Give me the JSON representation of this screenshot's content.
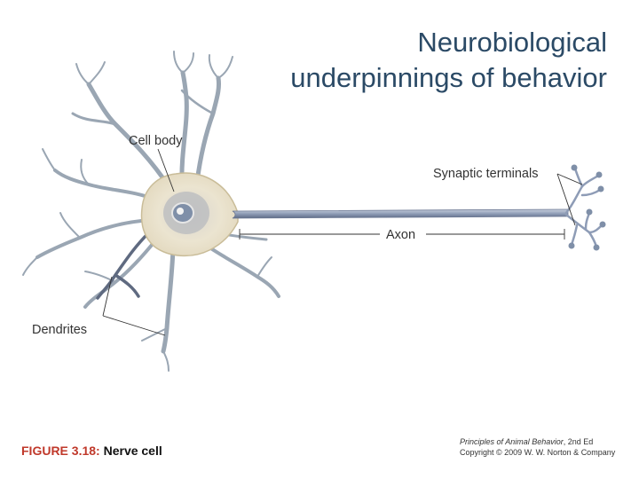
{
  "slide": {
    "title_line1": "Neurobiological",
    "title_line2": "underpinnings of behavior"
  },
  "diagram": {
    "labels": {
      "cell_body": "Cell body",
      "synaptic_terminals": "Synaptic terminals",
      "axon": "Axon",
      "dendrites": "Dendrites"
    },
    "colors": {
      "dendrite": "#9aa6b3",
      "dendrite_dark": "#5f6a80",
      "soma": "#e9e1cc",
      "axon": "#9aa8c0",
      "nucleus": "#7f8fa8"
    }
  },
  "caption": {
    "figure_number": "FIGURE 3.18:",
    "figure_title": "Nerve cell"
  },
  "credit": {
    "book_title": "Principles of Animal Behavior",
    "edition": ", 2nd Ed",
    "copyright": "Copyright © 2009 W. W. Norton & Company"
  }
}
